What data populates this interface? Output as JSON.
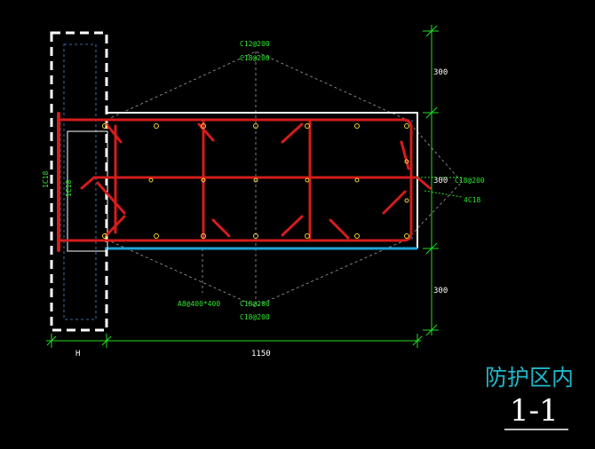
{
  "drawing": {
    "annotations": {
      "top_rebar_1": "C12@200",
      "top_rebar_2": "C18@200",
      "bottom_rebar_1": "C18@200",
      "bottom_rebar_2": "C18@200",
      "stirrup": "A8@400*400",
      "right_rebar": "C18@200",
      "right_bars": "4C18",
      "left_vertical_1": "1C18",
      "left_vertical_2": "1C18"
    },
    "dimensions": {
      "top_height": "300",
      "middle_height": "300",
      "bottom_height": "300",
      "width_label": "1150",
      "h_label": "H"
    },
    "title": {
      "zone": "防护区内",
      "section": "1-1"
    },
    "colors": {
      "background": "#000000",
      "rebar": "#d41c1c",
      "dimension": "#20e020",
      "outline": "#ffffff",
      "slab_bottom": "#1da4d8",
      "anchor": "#f2d23a",
      "dashed": "#9aa0a8"
    }
  }
}
